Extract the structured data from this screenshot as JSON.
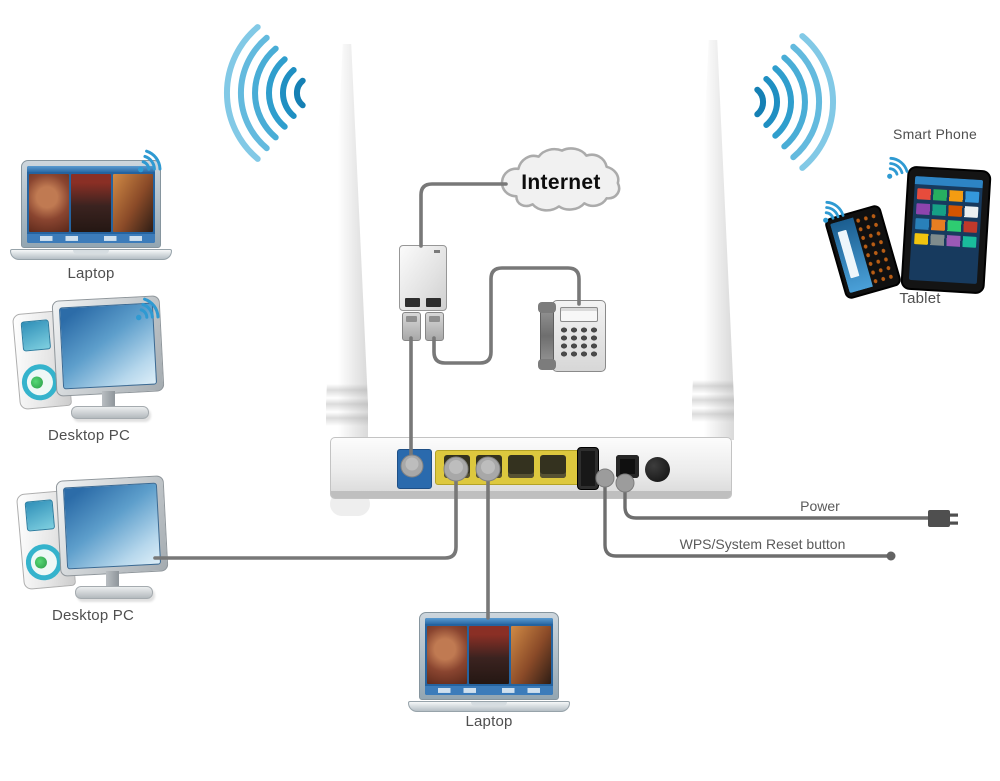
{
  "diagram": {
    "cloud": {
      "label": "Internet"
    },
    "devices": {
      "laptop_top": {
        "label": "Laptop"
      },
      "desktop_pc_1": {
        "label": "Desktop PC"
      },
      "desktop_pc_2": {
        "label": "Desktop PC"
      },
      "laptop_bottom": {
        "label": "Laptop"
      },
      "smart_phone": {
        "label": "Smart Phone"
      },
      "tablet": {
        "label": "Tablet"
      }
    },
    "callouts": {
      "power": {
        "label": "Power"
      },
      "wps": {
        "label": "WPS/System Reset button"
      }
    },
    "colors": {
      "wifi_arc_teal": "#2f9ecd",
      "cable_gray": "#787878",
      "lan_panel_yellow": "#ddc83e",
      "wan_port_blue": "#2a6aad",
      "router_body": "#f2f2f2"
    }
  }
}
